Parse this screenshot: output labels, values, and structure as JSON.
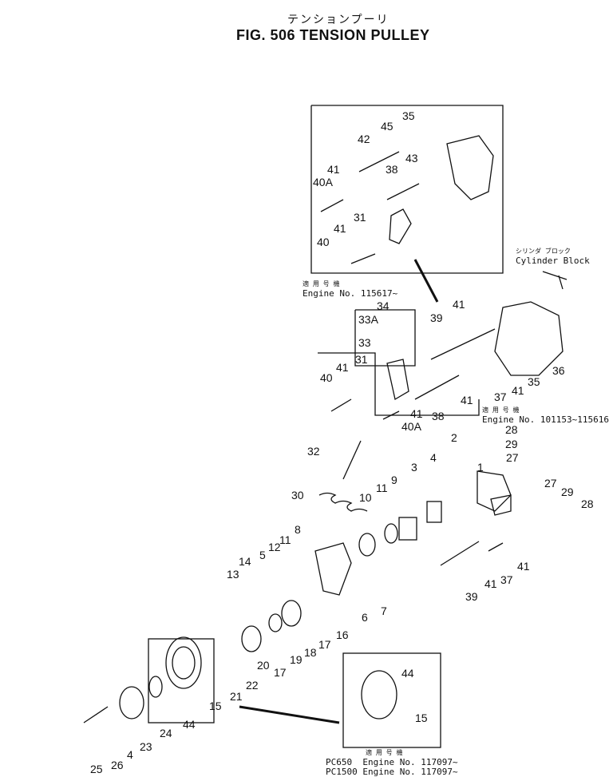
{
  "title": {
    "japanese": "テンションプーリ",
    "main": "FIG. 506  TENSION PULLEY"
  },
  "notes": {
    "engine_upper_jp": "適 用 号 機",
    "engine_upper": "Engine No. 115617~",
    "engine_mid_jp": "適 用 号 機",
    "engine_mid": "Engine No. 101153~115616",
    "cylinder_block_jp": "シリンダ ブロック",
    "cylinder_block": "Cylinder Block",
    "engine_low_jp": "適 用 号 機",
    "engine_low_1_model": "PC650",
    "engine_low_1": "Engine No. 117097~",
    "engine_low_2_model": "PC1500",
    "engine_low_2": "Engine No. 117097~"
  },
  "part_refs": [
    "1",
    "2",
    "3",
    "4",
    "5",
    "6",
    "7",
    "8",
    "9",
    "10",
    "11",
    "12",
    "13",
    "14",
    "15",
    "16",
    "17",
    "18",
    "19",
    "20",
    "21",
    "22",
    "23",
    "24",
    "25",
    "26",
    "27",
    "28",
    "29",
    "30",
    "31",
    "32",
    "33",
    "33A",
    "34",
    "35",
    "36",
    "37",
    "38",
    "39",
    "40",
    "40A",
    "41",
    "42",
    "43",
    "44",
    "45"
  ]
}
